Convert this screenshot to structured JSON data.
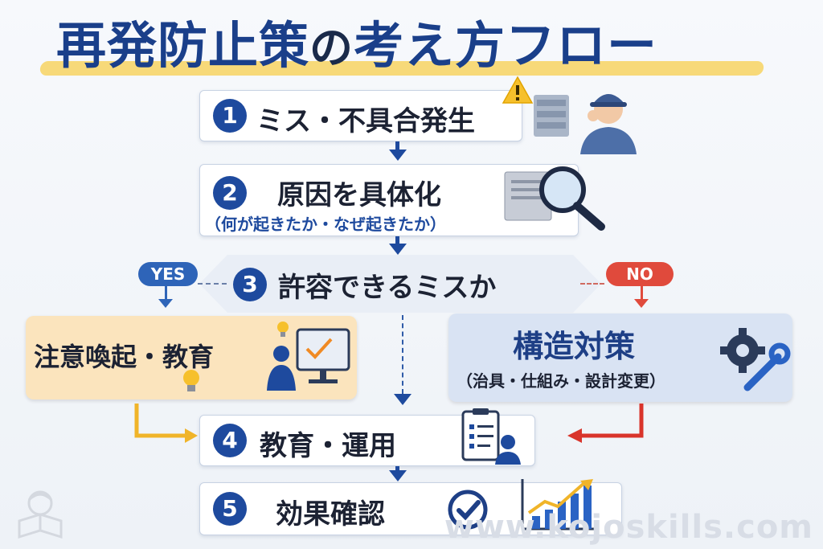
{
  "title": {
    "main": "再発防止策",
    "no": "の",
    "rest": "考え方フロー"
  },
  "steps": [
    {
      "num": "1",
      "label": "ミス・不具合発生"
    },
    {
      "num": "2",
      "label": "原因を具体化",
      "sub": "（何が起きたか・なぜ起きたか）"
    },
    {
      "num": "3",
      "label": "許容できるミスか"
    },
    {
      "num": "4",
      "label": "教育・運用"
    },
    {
      "num": "5",
      "label": "効果確認"
    }
  ],
  "branches": {
    "yes": {
      "tag": "YES",
      "label": "注意喚起・教育",
      "color": "#fbe4bd"
    },
    "no": {
      "tag": "NO",
      "label": "構造対策",
      "sub": "（治具・仕組み・設計変更）",
      "color": "#d9e3f3"
    }
  },
  "colors": {
    "accent": "#1e4a9e",
    "yes": "#2e64b8",
    "no": "#e04a3c",
    "yes_arrow": "#f0b429",
    "no_arrow": "#d9342b"
  },
  "watermark": "www.kojoskills.com"
}
